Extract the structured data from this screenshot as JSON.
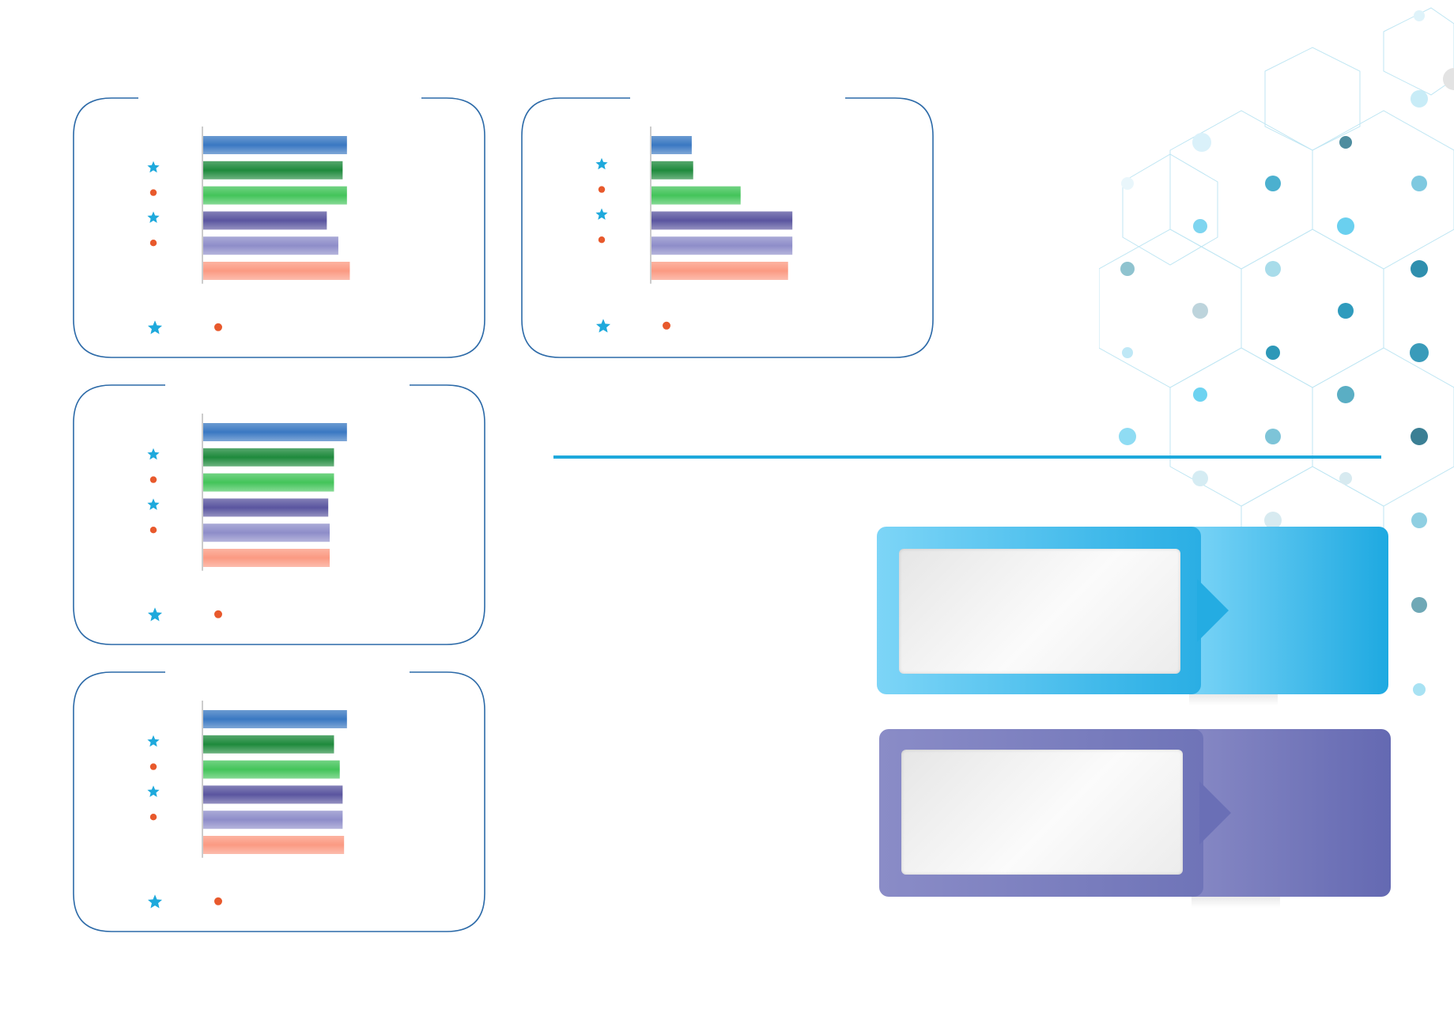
{
  "chart_data": [
    {
      "type": "bar",
      "orientation": "horizontal",
      "values": [
        100,
        97,
        100,
        86,
        94,
        102
      ],
      "xlim": [
        0,
        110
      ],
      "colors": [
        "#3a78c2",
        "#1e8a3c",
        "#43c45a",
        "#5a559f",
        "#8e8dc9",
        "#fb9a82"
      ],
      "markers": [
        "star",
        "dot",
        "star",
        "dot"
      ]
    },
    {
      "type": "bar",
      "orientation": "horizontal",
      "values": [
        28,
        29,
        62,
        98,
        98,
        95
      ],
      "xlim": [
        0,
        110
      ],
      "colors": [
        "#3a78c2",
        "#1e8a3c",
        "#43c45a",
        "#5a559f",
        "#8e8dc9",
        "#fb9a82"
      ],
      "markers": [
        "star",
        "dot",
        "star",
        "dot"
      ]
    },
    {
      "type": "bar",
      "orientation": "horizontal",
      "values": [
        100,
        91,
        91,
        87,
        88,
        88
      ],
      "xlim": [
        0,
        110
      ],
      "colors": [
        "#3a78c2",
        "#1e8a3c",
        "#43c45a",
        "#5a559f",
        "#8e8dc9",
        "#fb9a82"
      ],
      "markers": [
        "star",
        "dot",
        "star",
        "dot"
      ]
    },
    {
      "type": "bar",
      "orientation": "horizontal",
      "values": [
        100,
        91,
        95,
        97,
        97,
        98
      ],
      "xlim": [
        0,
        110
      ],
      "colors": [
        "#3a78c2",
        "#1e8a3c",
        "#43c45a",
        "#5a559f",
        "#8e8dc9",
        "#fb9a82"
      ],
      "markers": [
        "star",
        "dot",
        "star",
        "dot"
      ]
    }
  ],
  "colors": {
    "frame": "#2c6aa8",
    "star": "#1ea9dc",
    "dot": "#e8592c",
    "divider": "#1ea9dc",
    "callout_blue": "#1ea9e1",
    "callout_purple": "#6a6fb6"
  }
}
